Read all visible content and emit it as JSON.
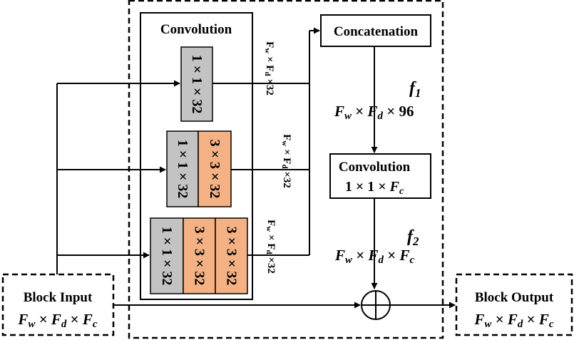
{
  "block_input": {
    "title": "Block Input",
    "shape": {
      "F": "F",
      "w": "w",
      "d": "d",
      "c": "c",
      "times": "×"
    }
  },
  "block_output": {
    "title": "Block Output",
    "shape": {
      "F": "F",
      "w": "w",
      "d": "d",
      "c": "c",
      "times": "×"
    }
  },
  "convolution_group": {
    "title": "Convolution",
    "branch1": {
      "kernels": [
        "1 × 1 × 32"
      ]
    },
    "branch2": {
      "kernels": [
        "1 × 1 × 32",
        "3 × 3 × 32"
      ]
    },
    "branch3": {
      "kernels": [
        "1 × 1 × 32",
        "3 × 3 × 32",
        "3 × 3 × 32"
      ]
    }
  },
  "branch_output": {
    "F": "F",
    "w": "w",
    "d": "d",
    "times": "×",
    "tail": "×32"
  },
  "concatenation": {
    "title": "Concatenation"
  },
  "f1": {
    "name": "f",
    "sub": "1",
    "shape": {
      "F": "F",
      "w": "w",
      "d": "d",
      "times": "×",
      "tail": "× 96"
    }
  },
  "conv_1x1": {
    "title": "Convolution",
    "kernel": {
      "prefix": "1 × 1 × ",
      "F": "F",
      "c": "c"
    }
  },
  "f2": {
    "name": "f",
    "sub": "2",
    "shape": {
      "F": "F",
      "w": "w",
      "d": "d",
      "c": "c",
      "times": "×"
    }
  },
  "colors": {
    "kernel_1x1": "#c3c3c3",
    "kernel_3x3": "#f4b183",
    "stroke": "#000000"
  }
}
